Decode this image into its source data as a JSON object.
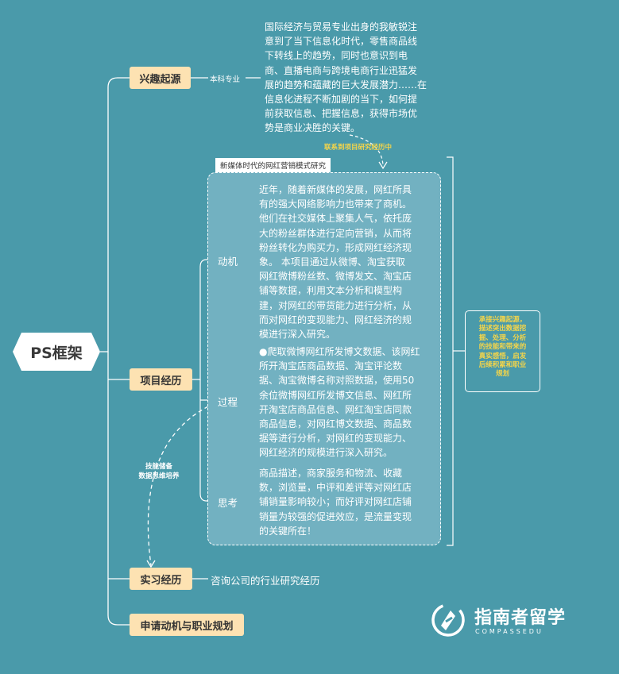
{
  "root": {
    "title": "PS框架"
  },
  "branches": [
    {
      "label": "兴趣起源"
    },
    {
      "label": "项目经历"
    },
    {
      "label": "实习经历"
    },
    {
      "label": "申请动机与职业规划"
    }
  ],
  "interest": {
    "sub_label": "本科专业",
    "lines": [
      "国际经济与贸易专业出身的我敏锐注",
      "意到了当下信息化时代，零售商品线",
      "下转线上的趋势，同时也意识到电",
      "商、直播电商与跨境电商行业迅猛发",
      "展的趋势和蕴藏的巨大发展潜力……在",
      "信息化进程不断加剧的当下，如何提",
      "前获取信息、把握信息，获得市场优",
      "势是商业决胜的关键。"
    ],
    "link_note": "联系到项目研究经历中"
  },
  "project": {
    "tag": "新媒体时代的网红营销模式研究",
    "motive": {
      "label": "动机",
      "lines": [
        "近年，随着新媒体的发展，网红所具",
        "有的强大网络影响力也带来了商机。",
        "他们在社交媒体上聚集人气，依托庞",
        "大的粉丝群体进行定向营销，从而将",
        "粉丝转化为购买力，形成网红经济现",
        "象。  本项目通过从微博、淘宝获取",
        "网红微博粉丝数、微博发文、淘宝店",
        "铺等数据，利用文本分析和模型构",
        "建，对网红的带货能力进行分析，从",
        "而对网红的变现能力、网红经济的规",
        "模进行深入研究。"
      ]
    },
    "process": {
      "label": "过程",
      "lines": [
        "●爬取微博网红所发博文数据、该网红",
        "所开淘宝店商品数据、淘宝评论数",
        "据、淘宝微博名称对照数据，使用50",
        "余位微博网红所发博文信息、网红所",
        "开淘宝店商品信息、网红淘宝店同款",
        "商品信息，对网红博文数据、商品数",
        "据等进行分析，对网红的变现能力、",
        "网红经济的规模进行深入研究。"
      ]
    },
    "reflection": {
      "label": "思考",
      "lines": [
        "商品描述，商家服务和物流、收藏",
        "数，浏览量，中评和差评等对网红店",
        "铺销量影响较小；而好评对网红店铺",
        "销量为较强的促进效应，是流量变现",
        "的关键所在！"
      ]
    },
    "side_note": {
      "lines": [
        "承接兴趣起源，",
        "描述突出数据挖",
        "掘、处理、分析",
        "的技能和带来的",
        "真实感悟，启发",
        "后续积累和职业",
        "规划"
      ]
    }
  },
  "curve_note": {
    "lines": [
      "技能储备",
      "数据思维培养"
    ]
  },
  "internship": {
    "text": "咨询公司的行业研究经历"
  },
  "logo": {
    "name": "指南者留学",
    "sub": "COMPASSEDU",
    "icon": "compass-logo-icon"
  },
  "colors": {
    "background": "#4a9aaa",
    "branch": "#fde2b2",
    "panel": "#72b1c1",
    "accent": "#f4d54a"
  }
}
